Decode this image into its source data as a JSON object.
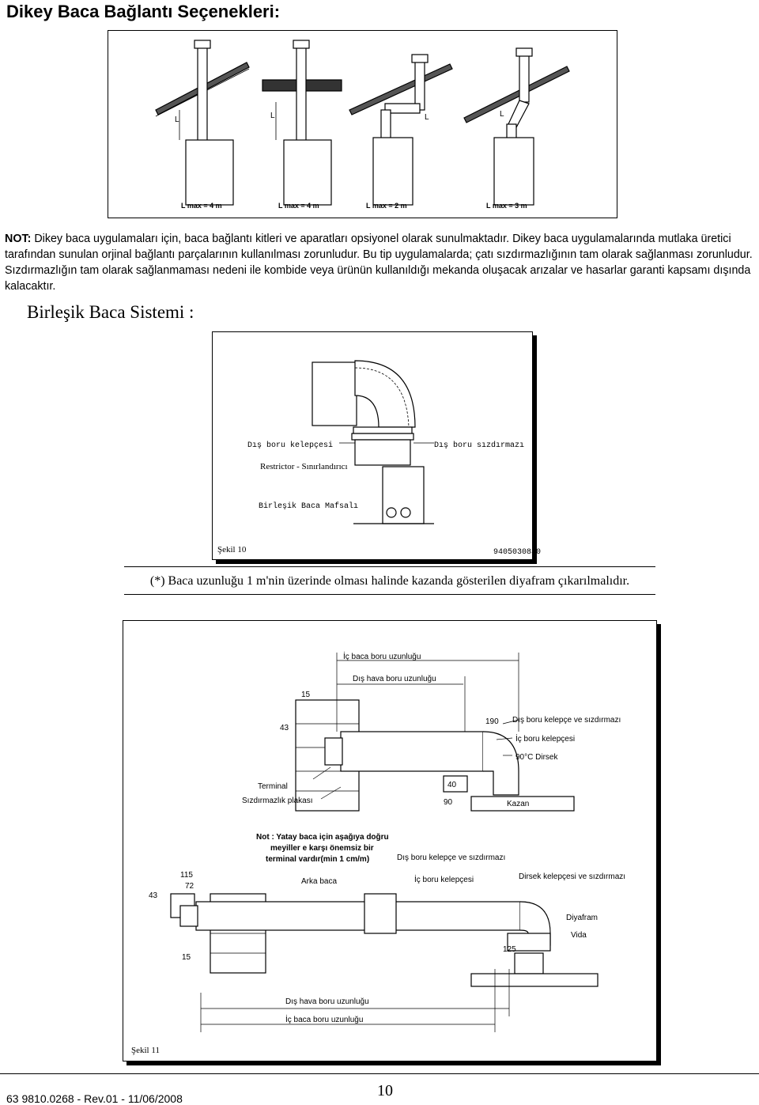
{
  "title": "Dikey Baca Bağlantı Seçenekleri:",
  "fig1": {
    "l_label": "L",
    "lmax": [
      "L max = 4 m",
      "L max = 4 m",
      "L max = 2 m",
      "L max = 3 m"
    ]
  },
  "note": {
    "bold": "NOT:",
    "text": " Dikey baca uygulamaları için, baca bağlantı kitleri ve aparatları opsiyonel olarak sunulmaktadır. Dikey baca uygulamalarında mutlaka üretici tarafından sunulan orjinal bağlantı parçalarının kullanılması zorunludur. Bu tip uygulamalarda; çatı sızdırmazlığının tam olarak sağlanması zorunludur. Sızdırmazlığın tam olarak sağlanmaması nedeni ile kombide veya ürünün kullanıldığı mekanda oluşacak arızalar ve hasarlar garanti kapsamı dışında kalacaktır."
  },
  "section2_title": "Birleşik Baca Sistemi :",
  "fig10": {
    "label_outer_clamp": "Dış boru kelepçesi",
    "label_outer_seal": "Dış boru sızdırmazı",
    "label_restrictor": "Restrictor - Sınırlandırıcı",
    "label_joint": "Birleşik Baca Mafsalı",
    "caption": "Şekil 10",
    "code": "9405030830"
  },
  "fig10_note": "(*) Baca uzunluğu 1 m'nin üzerinde olması halinde kazanda gösterilen diyafram çıkarılmalıdır.",
  "fig11": {
    "inner_pipe_length_top": "İç baca boru uzunluğu",
    "outer_pipe_length_top": "Dış hava boru uzunluğu",
    "outer_clamp_seal": "Dış boru kelepçe ve sızdırmazı",
    "inner_clamp": "İç boru kelepçesi",
    "elbow_90": "90°C Dirsek",
    "terminal": "Terminal",
    "seal_plate": "Sızdırmazlık plakası",
    "boiler": "Kazan",
    "dim_15": "15",
    "dim_43": "43",
    "dim_40": "40",
    "dim_90": "90",
    "dim_190": "190",
    "dim_115": "115",
    "dim_72": "72",
    "dim_125": "125",
    "note_text_1": "Not : Yatay baca için aşağıya doğru",
    "note_text_2": "meyiller e karşı önemsiz bir",
    "note_text_3": "terminal vardır(min 1 cm/m)",
    "outer_clamp_seal_2": "Dış boru kelepçe ve sızdırmazı",
    "inner_clamp_2": "İç boru kelepçesi",
    "elbow_clamp_seal": "Dirsek kelepçesi ve sızdırmazı",
    "back_chimney": "Arka baca",
    "diaphragm": "Diyafram",
    "screw": "Vida",
    "outer_pipe_length_bottom": "Dış hava boru uzunluğu",
    "inner_pipe_length_bottom": "İç baca boru uzunluğu",
    "caption": "Şekil 11"
  },
  "footer": {
    "doc": "63 9810.0268  -  Rev.01 - 11/06/2008",
    "page": "10"
  }
}
